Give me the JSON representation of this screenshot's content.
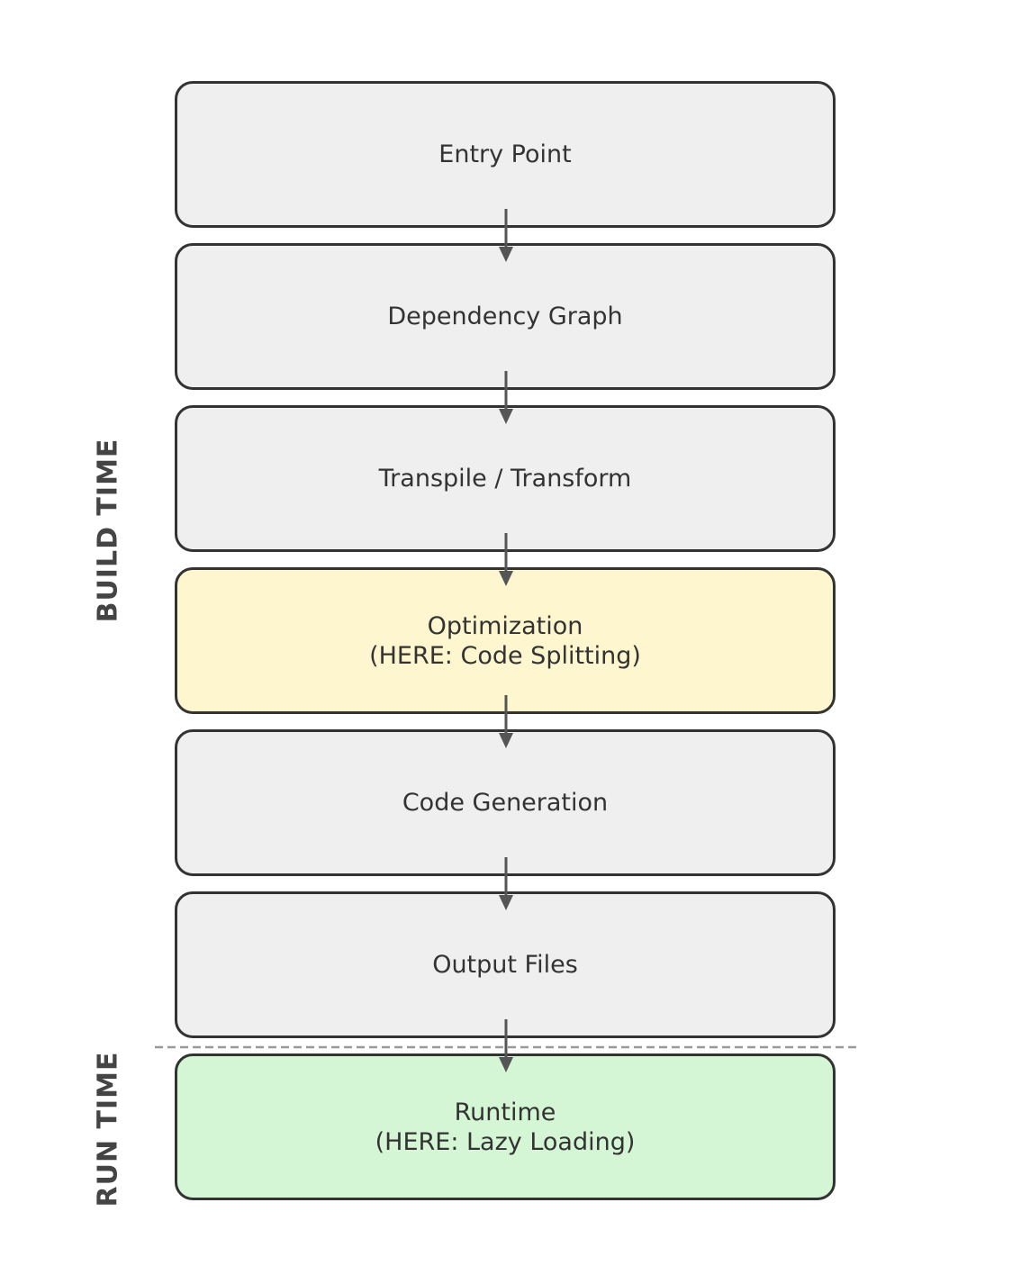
{
  "phases": {
    "build": "BUILD TIME",
    "run": "RUN TIME"
  },
  "steps": [
    {
      "label": "Entry Point",
      "fill": "#efefef"
    },
    {
      "label": "Dependency Graph",
      "fill": "#efefef"
    },
    {
      "label": "Transpile / Transform",
      "fill": "#efefef"
    },
    {
      "label": "Optimization\n(HERE: Code Splitting)",
      "fill": "#fdf6cf"
    },
    {
      "label": "Code Generation",
      "fill": "#efefef"
    },
    {
      "label": "Output Files",
      "fill": "#efefef"
    },
    {
      "label": "Runtime\n(HERE: Lazy Loading)",
      "fill": "#d4f6d4"
    }
  ],
  "colors": {
    "border": "#333333",
    "arrow": "#555555",
    "divider": "#999999",
    "phase_text": "#444444"
  }
}
